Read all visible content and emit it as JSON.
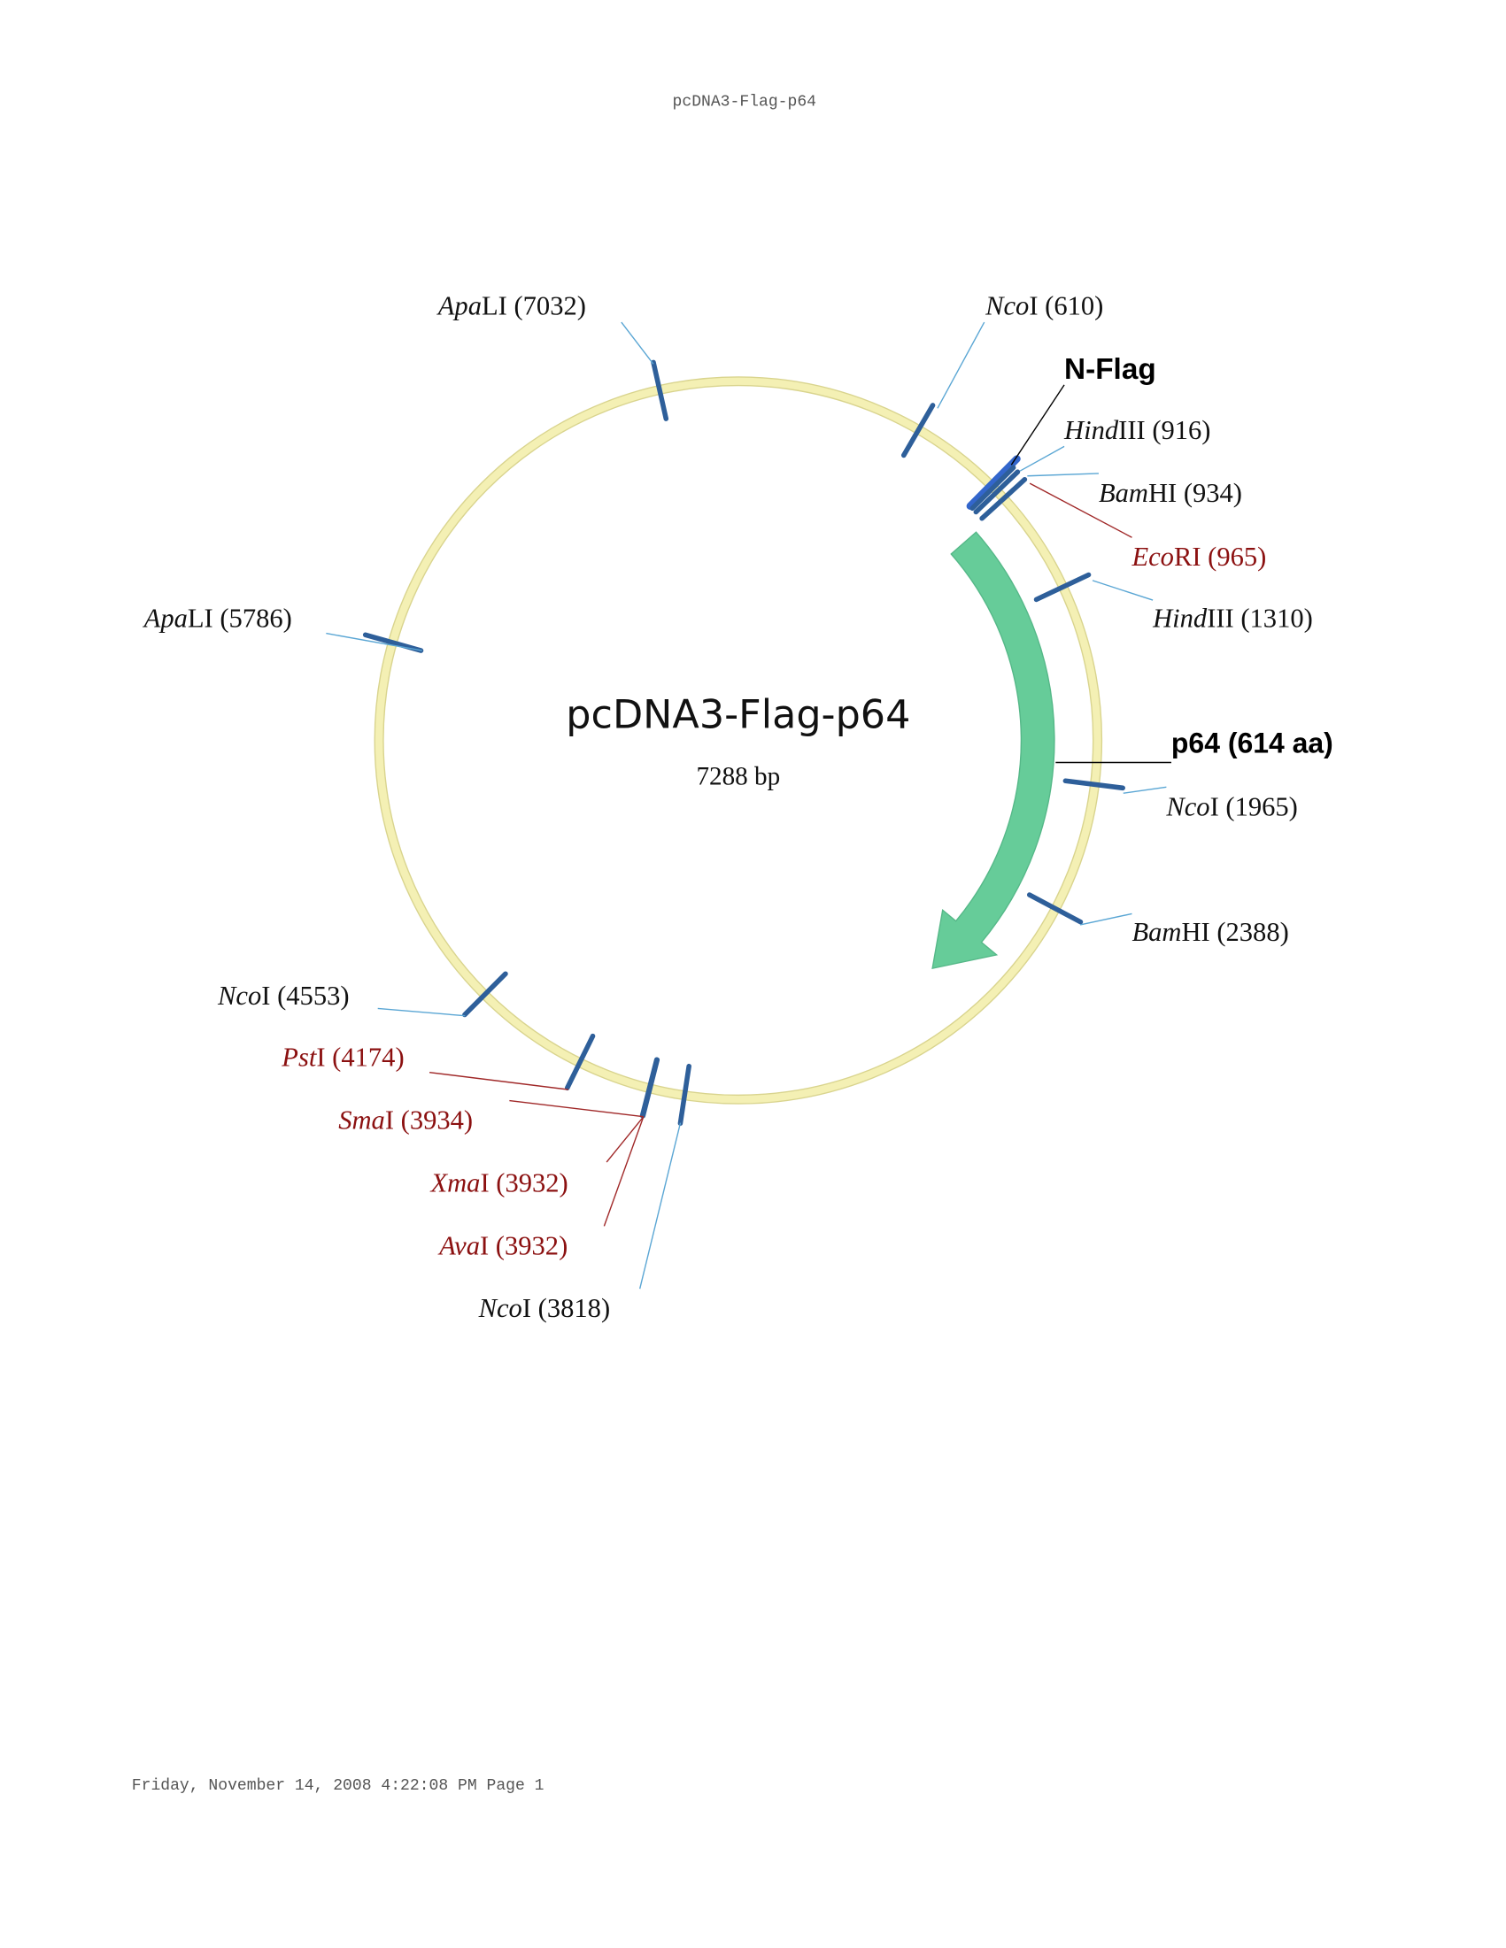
{
  "header": "pcDNA3-Flag-p64",
  "footer": "Friday, November 14, 2008 4:22:08 PM Page 1",
  "plasmid": {
    "name": "pcDNA3-Flag-p64",
    "size_label": "7288 bp",
    "length_bp": 7288
  },
  "colors": {
    "backbone": "#f4f0b4",
    "backbone_edge": "#d9d48e",
    "site": "#2e5f9a",
    "nflag": "#3366cc",
    "feature": "#66cc99",
    "red_label": "#8b1010"
  },
  "features": [
    {
      "label": "N-Flag",
      "start": 895,
      "end": 915
    },
    {
      "label": "p64 (614 aa)",
      "start": 988,
      "end": 2826,
      "direction": "clockwise"
    }
  ],
  "sites": [
    {
      "italic": "Nco",
      "roman": "I",
      "pos_label": "(610)",
      "position": 610
    },
    {
      "italic": "Hind",
      "roman": "III",
      "pos_label": "(916)",
      "position": 916
    },
    {
      "italic": "Bam",
      "roman": "HI",
      "pos_label": "(934)",
      "position": 934
    },
    {
      "italic": "Eco",
      "roman": "RI",
      "pos_label": "(965)",
      "position": 965
    },
    {
      "italic": "Hind",
      "roman": "III",
      "pos_label": "(1310)",
      "position": 1310
    },
    {
      "italic": "Nco",
      "roman": "I",
      "pos_label": "(1965)",
      "position": 1965
    },
    {
      "italic": "Bam",
      "roman": "HI",
      "pos_label": "(2388)",
      "position": 2388
    },
    {
      "italic": "Nco",
      "roman": "I",
      "pos_label": "(3818)",
      "position": 3818
    },
    {
      "italic": "Ava",
      "roman": "I",
      "pos_label": "(3932)",
      "position": 3932
    },
    {
      "italic": "Xma",
      "roman": "I",
      "pos_label": "(3932)",
      "position": 3932
    },
    {
      "italic": "Sma",
      "roman": "I",
      "pos_label": "(3934)",
      "position": 3934
    },
    {
      "italic": "Pst",
      "roman": "I",
      "pos_label": "(4174)",
      "position": 4174
    },
    {
      "italic": "Nco",
      "roman": "I",
      "pos_label": "(4553)",
      "position": 4553
    },
    {
      "italic": "Apa",
      "roman": "LI",
      "pos_label": "(5786)",
      "position": 5786
    },
    {
      "italic": "Apa",
      "roman": "LI",
      "pos_label": "(7032)",
      "position": 7032
    }
  ]
}
